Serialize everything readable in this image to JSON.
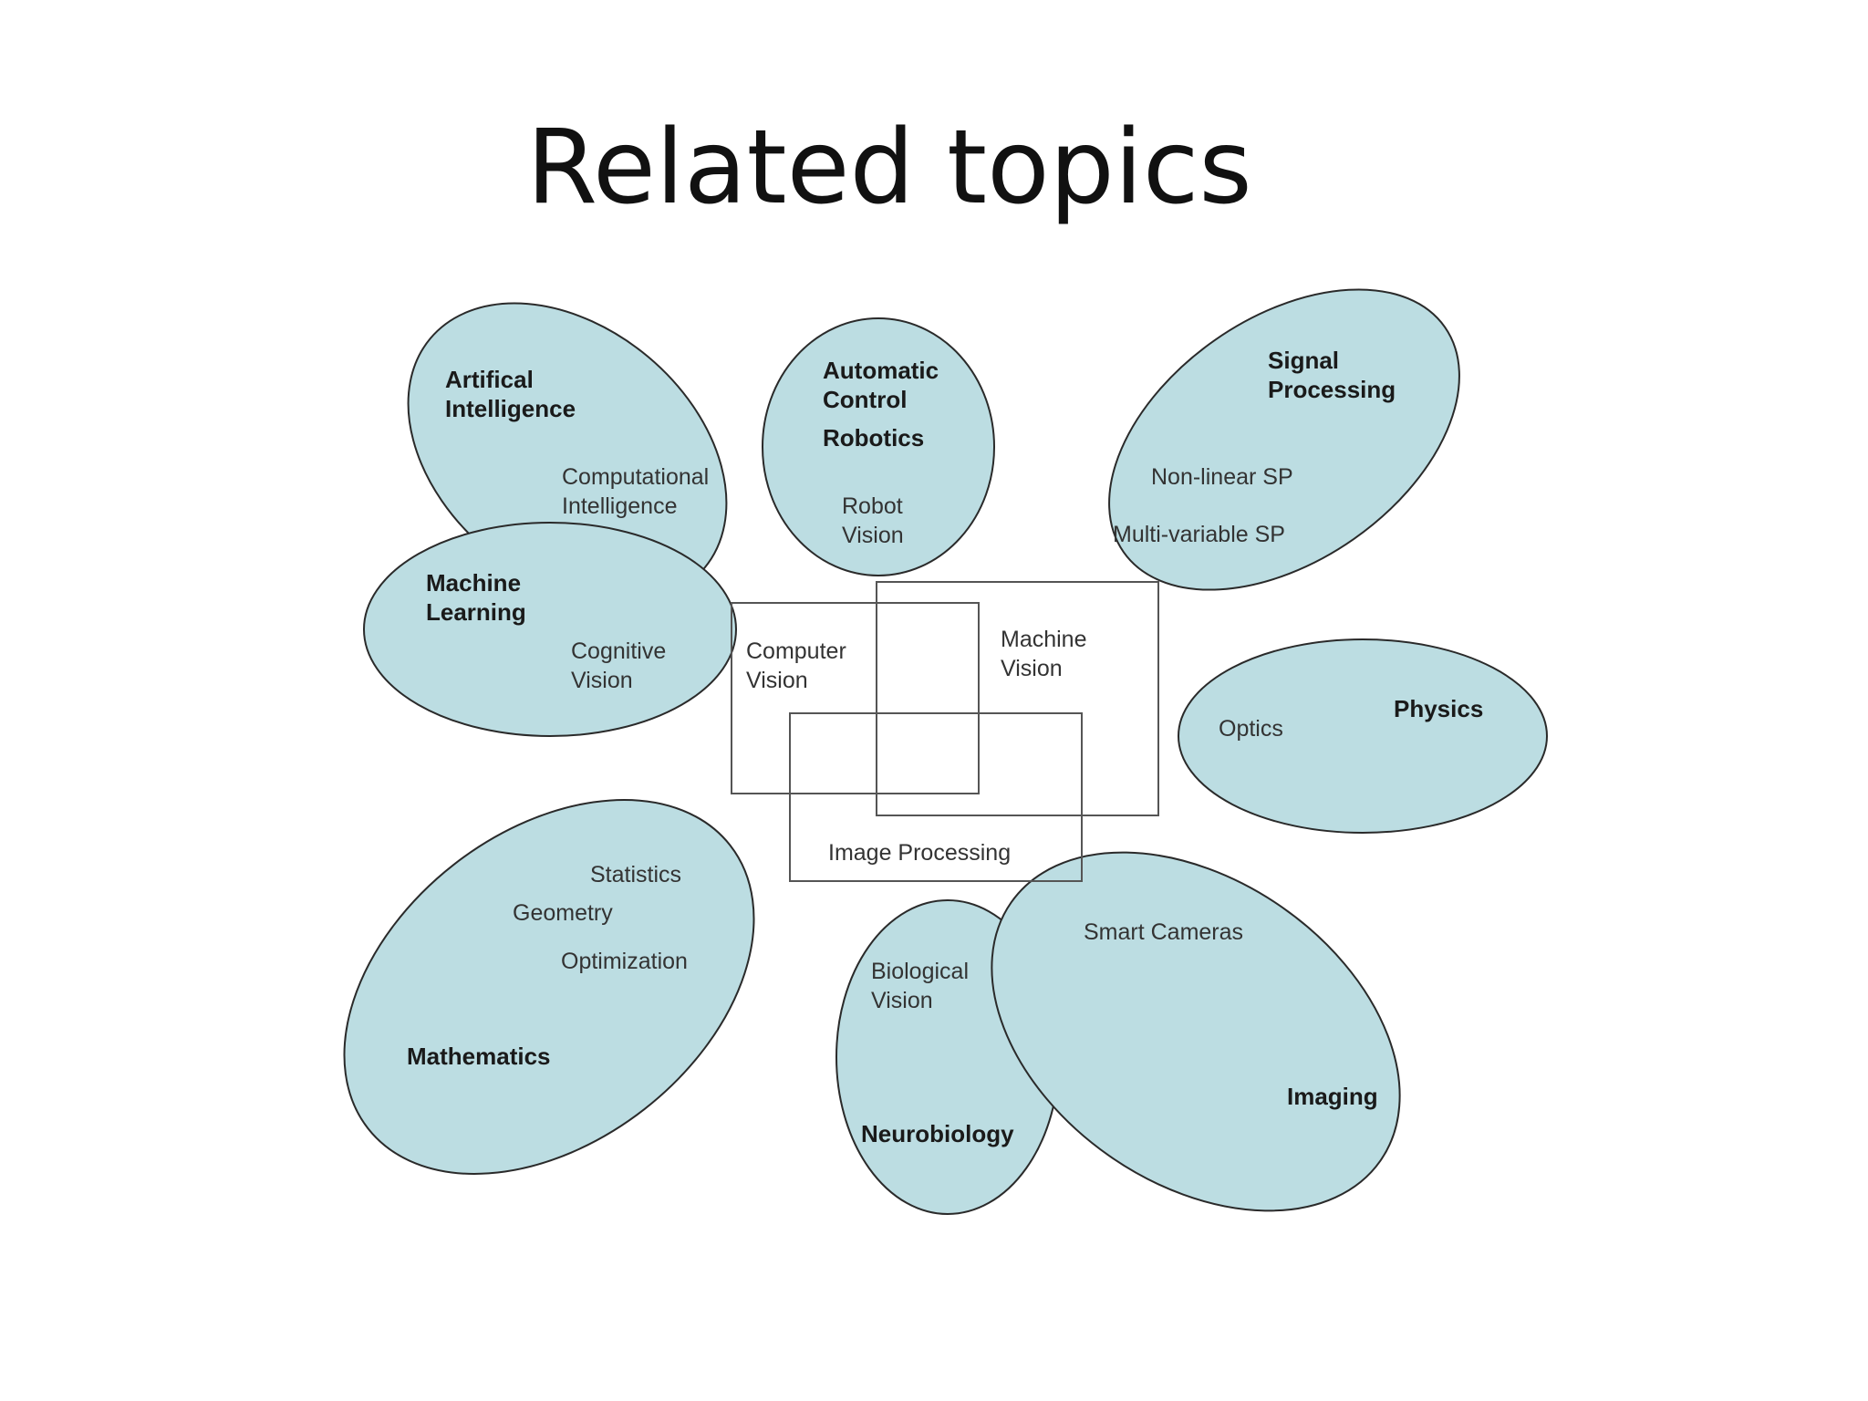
{
  "title": "Related topics",
  "colors": {
    "ellipse_fill": "#bcdde2",
    "stroke": "#2a2a2a",
    "box_stroke": "#555555"
  },
  "topics": {
    "ai": {
      "heading": [
        "Artifical",
        "Intelligence"
      ],
      "sub": [
        "Computational",
        "Intelligence"
      ]
    },
    "control": {
      "heading": [
        "Automatic",
        "Control"
      ],
      "heading2": "Robotics",
      "sub": [
        "Robot",
        "Vision"
      ]
    },
    "signal": {
      "heading": [
        "Signal",
        "Processing"
      ],
      "sub1": "Non-linear SP",
      "sub2": "Multi-variable SP"
    },
    "ml": {
      "heading": [
        "Machine",
        "Learning"
      ],
      "sub": [
        "Cognitive",
        "Vision"
      ]
    },
    "physics": {
      "heading": "Physics",
      "sub": "Optics"
    },
    "math": {
      "heading": "Mathematics",
      "items": [
        "Statistics",
        "Geometry",
        "Optimization"
      ]
    },
    "neuro": {
      "heading": "Neurobiology",
      "sub": [
        "Biological",
        "Vision"
      ]
    },
    "imaging": {
      "heading": "Imaging",
      "sub": "Smart Cameras"
    }
  },
  "center": {
    "computer_vision": [
      "Computer",
      "Vision"
    ],
    "machine_vision": [
      "Machine",
      "Vision"
    ],
    "image_processing": "Image Processing"
  }
}
